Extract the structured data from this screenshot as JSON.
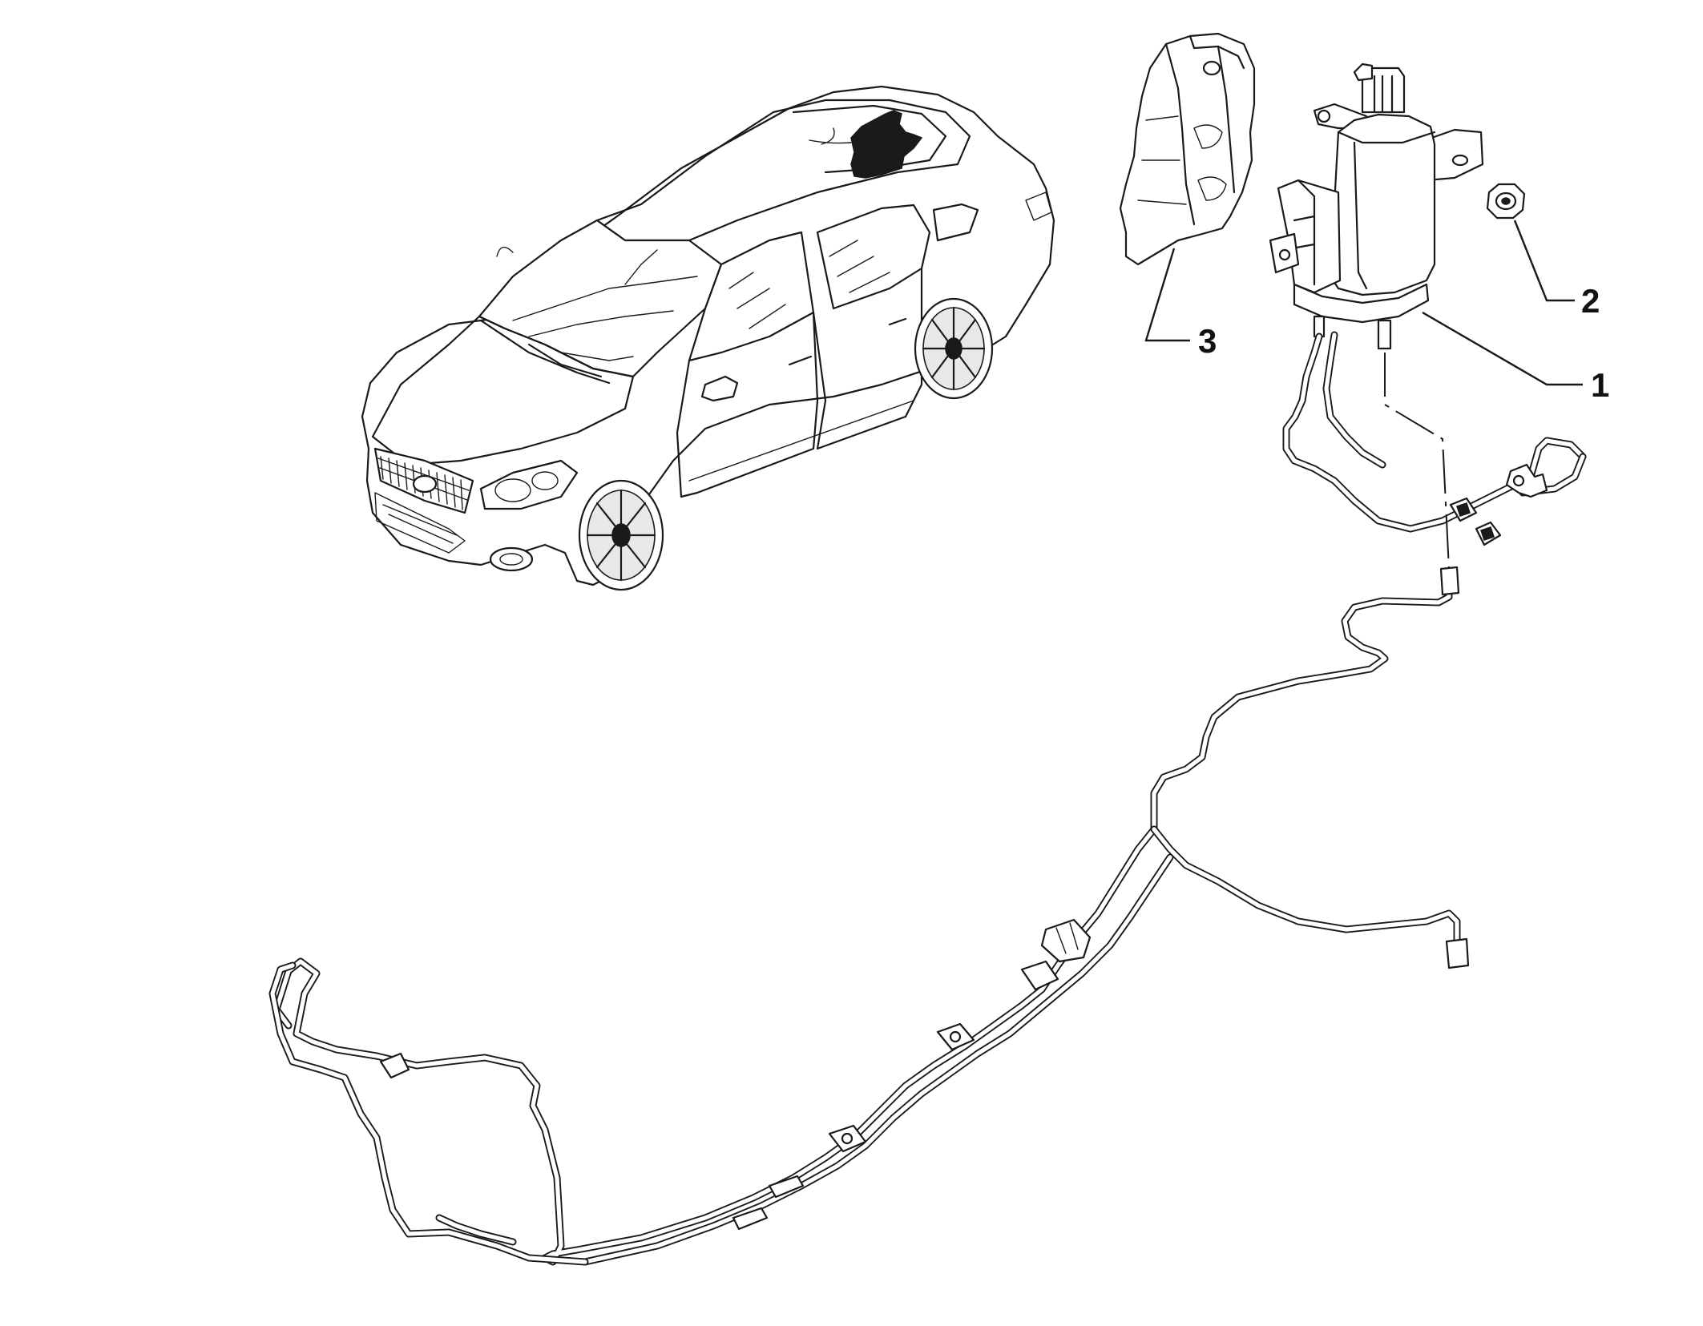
{
  "callouts": [
    {
      "id": "1",
      "label": "1"
    },
    {
      "id": "2",
      "label": "2"
    },
    {
      "id": "3",
      "label": "3"
    }
  ],
  "colors": {
    "line": "#1a1a1a",
    "background": "#ffffff",
    "highlight": "#1a1a1a"
  }
}
